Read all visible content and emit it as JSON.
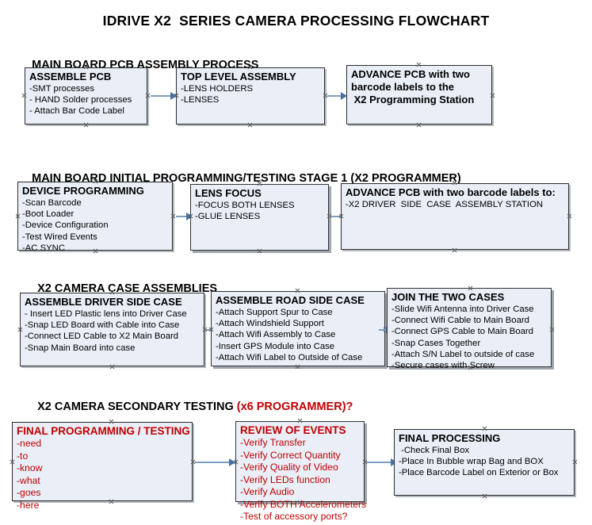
{
  "title": "IDRIVE X2  SERIES CAMERA PROCESSING FLOWCHART",
  "colors": {
    "box_fill": "#e9eef7",
    "box_border": "#2b2b2b",
    "connector": "#7f9dc0",
    "accent_red": "#c00000",
    "text": "#000000"
  },
  "sections": [
    {
      "heading": "MAIN BOARD PCB ASSEMBLY PROCESS",
      "heading_accent": "",
      "boxes": [
        {
          "title": "ASSEMBLE PCB",
          "lines": [
            "-SMT processes",
            "- HAND Solder processes",
            "- Attach Bar Code Label"
          ]
        },
        {
          "title": "TOP LEVEL ASSEMBLY",
          "lines": [
            "-LENS HOLDERS",
            "-LENSES"
          ]
        },
        {
          "title": "ADVANCE PCB with two",
          "lines": [
            "barcode labels to the",
            " X2 Programming Station"
          ]
        }
      ]
    },
    {
      "heading": "MAIN BOARD INITIAL PROGRAMMING/TESTING STAGE 1 (X2 PROGRAMMER)",
      "heading_accent": "",
      "boxes": [
        {
          "title": "DEVICE PROGRAMMING",
          "lines": [
            "-Scan Barcode",
            "-Boot Loader",
            "-Device Configuration",
            "-Test Wired Events",
            "-AC SYNC"
          ]
        },
        {
          "title": "LENS FOCUS",
          "lines": [
            "-FOCUS BOTH LENSES",
            "-GLUE LENSES"
          ]
        },
        {
          "title": "ADVANCE PCB with two barcode labels to:",
          "lines": [
            "-X2 DRIVER  SIDE  CASE  ASSEMBLY STATION"
          ]
        }
      ]
    },
    {
      "heading": "X2 CAMERA CASE ASSEMBLIES",
      "heading_accent": "",
      "boxes": [
        {
          "title": "ASSEMBLE DRIVER SIDE CASE",
          "lines": [
            "- Insert LED Plastic lens into Driver Case",
            "-Snap LED Board with Cable into Case",
            "-Connect LED Cable to X2 Main Board",
            "-Snap Main Board into case"
          ]
        },
        {
          "title": "ASSEMBLE ROAD SIDE CASE",
          "lines": [
            "-Attach Support Spur to Case",
            "-Attach Windshield Support",
            "-Attach Wifi Assembly to Case",
            "-Insert GPS Module into Case",
            "-Attach Wifi Label to Outside of Case"
          ]
        },
        {
          "title": "JOIN THE TWO CASES",
          "lines": [
            "-Slide Wifi Antenna into Driver Case",
            "-Connect Wifi Cable to Main Board",
            "-Connect GPS Cable to Main Board",
            "-Snap Cases Together",
            "-Attach S/N Label to outside of case",
            "-Secure cases with Screw"
          ]
        }
      ]
    },
    {
      "heading": "X2 CAMERA SECONDARY TESTING ",
      "heading_accent": "(x6 PROGRAMMER)?",
      "boxes": [
        {
          "title": "FINAL PROGRAMMING / TESTING",
          "lines": [
            "-need",
            "-to",
            "-know",
            "-what",
            "-goes",
            "-here"
          ]
        },
        {
          "title": "REVIEW OF EVENTS",
          "lines": [
            "-Verify Transfer",
            "-Verify Correct Quantity",
            "-Verify Quality of Video",
            "-Verify LEDs function",
            "-Verify Audio",
            "-Verify BOTH Accelerometers",
            "-Test of accessory ports?"
          ]
        },
        {
          "title": "FINAL PROCESSING",
          "lines": [
            " -Check Final Box",
            "-Place In Bubble wrap Bag and BOX",
            "-Place Barcode Label on Exterior or Box"
          ]
        }
      ]
    }
  ]
}
